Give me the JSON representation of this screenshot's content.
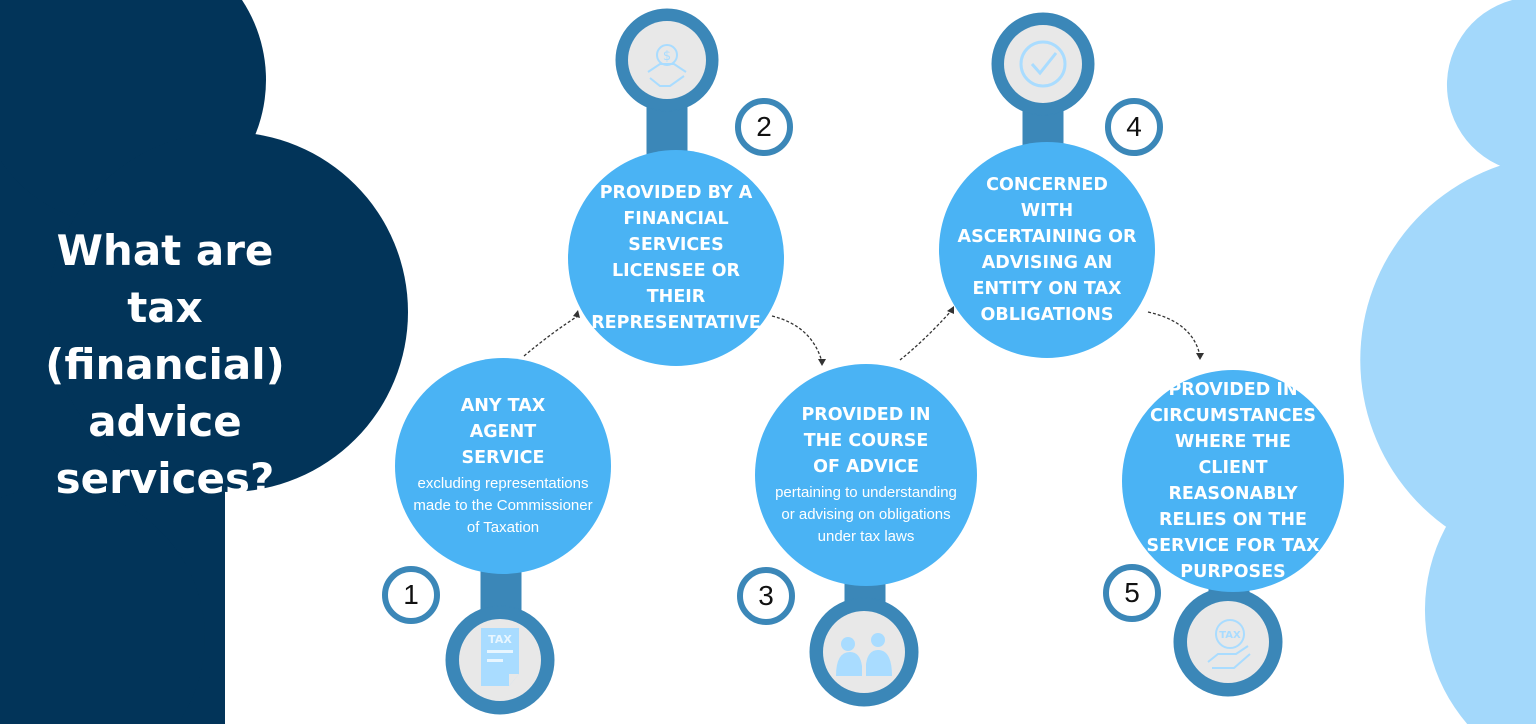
{
  "title": [
    "What are",
    "tax",
    "(financial)",
    "advice",
    "services?"
  ],
  "steps": [
    {
      "number": "1",
      "heading": "ANY TAX AGENT SERVICE",
      "detail": "excluding representations made to the Commissioner of Taxation",
      "icon": "tax-document-icon"
    },
    {
      "number": "2",
      "heading": "PROVIDED BY A FINANCIAL SERVICES LICENSEE OR THEIR REPRESENTATIVE",
      "detail": "",
      "icon": "handshake-dollar-icon"
    },
    {
      "number": "3",
      "heading": "PROVIDED IN THE COURSE OF ADVICE",
      "detail": "pertaining to understanding or advising on obligations under tax laws",
      "icon": "consultation-icon"
    },
    {
      "number": "4",
      "heading": "CONCERNED WITH ASCERTAINING OR ADVISING AN ENTITY ON TAX OBLIGATIONS",
      "detail": "",
      "icon": "checkmark-icon"
    },
    {
      "number": "5",
      "heading": "PROVIDED IN CIRCUMSTANCES WHERE THE CLIENT REASONABLY RELIES ON THE SERVICE FOR TAX PURPOSES",
      "detail": "",
      "icon": "tax-hand-icon"
    }
  ],
  "colors": {
    "navy": "#023459",
    "light_cloud": "#a3d8fb",
    "bubble": "#4ab3f4",
    "pin": "#3b87b8",
    "icon_bg": "#e8e8e8",
    "icon": "#a9dcff"
  }
}
